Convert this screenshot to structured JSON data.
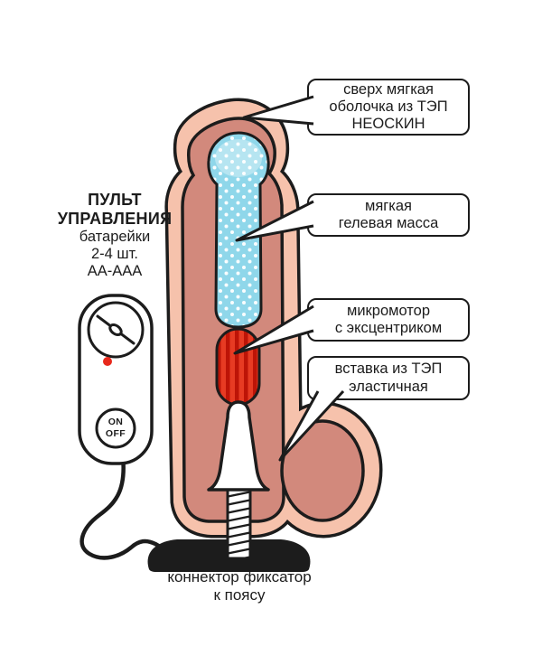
{
  "callouts": [
    {
      "lines": [
        "сверх мягкая",
        "оболочка из ТЭП",
        "НЕОСКИН"
      ]
    },
    {
      "lines": [
        "мягкая",
        "гелевая масса"
      ]
    },
    {
      "lines": [
        "микромотор",
        "с эксцентриком"
      ]
    },
    {
      "lines": [
        "вставка из ТЭП",
        "эластичная"
      ]
    }
  ],
  "remote_label": {
    "lines": [
      "ПУЛЬТ",
      "УПРАВЛЕНИЯ",
      "батарейки",
      "2-4 шт.",
      "АА-ААА"
    ]
  },
  "remote": {
    "power_button": {
      "on": "ON",
      "off": "OFF"
    }
  },
  "bottom_label": {
    "lines": [
      "коннектор фиксатор",
      "к поясу"
    ]
  },
  "colors": {
    "outline": "#1c1c1c",
    "flesh": "#f6c2ac",
    "rose": "#d2897c",
    "gel": "#8fd7ea",
    "motor": "#e73b23",
    "motor_dark": "#bd1407",
    "led": "#e8291c"
  }
}
